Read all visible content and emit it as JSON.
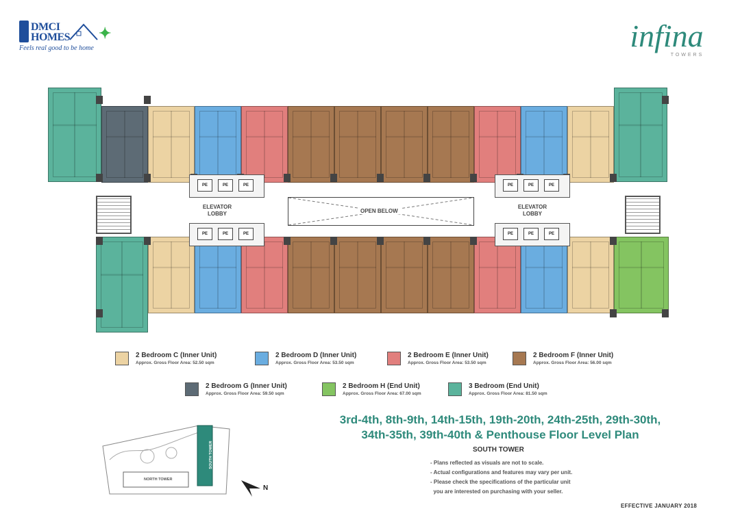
{
  "branding": {
    "developer_line1": "DMCI",
    "developer_line2": "HOMES",
    "tagline": "Feels real good to be home",
    "project_name": "infina",
    "project_sub": "TOWERS"
  },
  "plan": {
    "elevator_lobby_label": "ELEVATOR\nLOBBY",
    "open_below_label": "OPEN BELOW",
    "pe_label": "PE"
  },
  "legend": {
    "items": [
      {
        "name": "2 Bedroom C (Inner Unit)",
        "area": "Approx. Gross Floor Area: 52.50 sqm",
        "color": "#ecd3a3"
      },
      {
        "name": "2 Bedroom D (Inner Unit)",
        "area": "Approx. Gross Floor Area: 53.50 sqm",
        "color": "#6aade0"
      },
      {
        "name": "2 Bedroom E (Inner Unit)",
        "area": "Approx. Gross Floor Area: 53.50 sqm",
        "color": "#e17f7d"
      },
      {
        "name": "2 Bedroom F (Inner Unit)",
        "area": "Approx. Gross Floor Area: 56.00 sqm",
        "color": "#a67851"
      },
      {
        "name": "2 Bedroom G (Inner Unit)",
        "area": "Approx. Gross Floor Area: 59.50 sqm",
        "color": "#5d6b75"
      },
      {
        "name": "2 Bedroom H (End Unit)",
        "area": "Approx. Gross Floor Area: 67.00 sqm",
        "color": "#84c461"
      },
      {
        "name": "3 Bedroom (End Unit)",
        "area": "Approx. Gross Floor Area: 81.50 sqm",
        "color": "#5bb39c"
      }
    ]
  },
  "floor_levels": {
    "line1": "3rd-4th, 8th-9th, 14th-15th, 19th-20th, 24th-25th, 29th-30th,",
    "line2": "34th-35th, 39th-40th & Penthouse Floor Level Plan"
  },
  "tower": "SOUTH TOWER",
  "notes": [
    "- Plans reflected as visuals are not to scale.",
    "- Actual configurations and features may vary per unit.",
    "- Please check the specifications of the particular unit",
    "  you are interested on purchasing with your seller."
  ],
  "site_map": {
    "north_tower": "NORTH TOWER",
    "south_tower": "SOUTH TOWER",
    "compass": "N"
  },
  "effective": "EFFECTIVE JANUARY 2018"
}
